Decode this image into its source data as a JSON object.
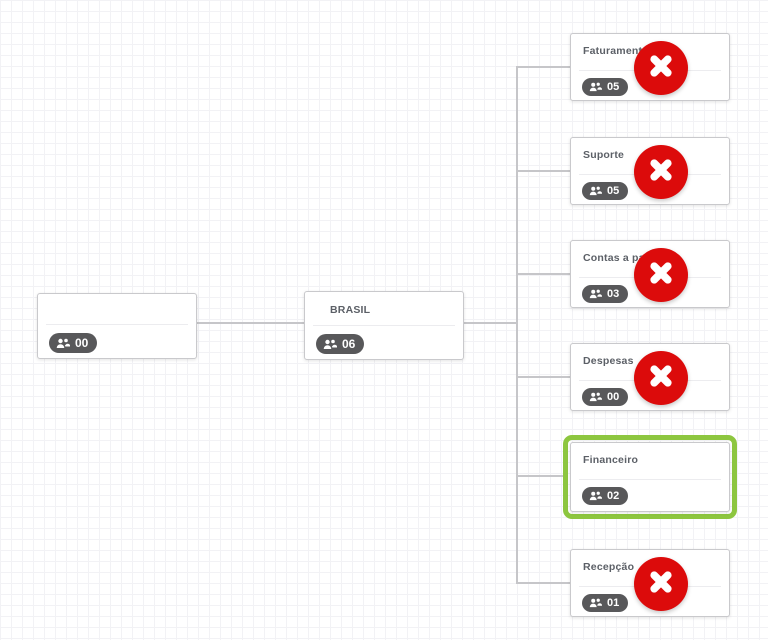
{
  "diagram": {
    "type": "org-chart",
    "nodes": [
      {
        "id": "root",
        "title": "",
        "employee_count": "00",
        "removable": false,
        "selected": false
      },
      {
        "id": "brasil",
        "title": "BRASIL",
        "employee_count": "06",
        "removable": false,
        "selected": false
      },
      {
        "id": "faturamento",
        "title": "Faturamento",
        "employee_count": "05",
        "removable": true,
        "selected": false
      },
      {
        "id": "suporte",
        "title": "Suporte",
        "employee_count": "05",
        "removable": true,
        "selected": false
      },
      {
        "id": "contas-a-pagar",
        "title": "Contas a pagar",
        "employee_count": "03",
        "removable": true,
        "selected": false
      },
      {
        "id": "despesas",
        "title": "Despesas",
        "employee_count": "00",
        "removable": true,
        "selected": false
      },
      {
        "id": "financeiro",
        "title": "Financeiro",
        "employee_count": "02",
        "removable": false,
        "selected": true
      },
      {
        "id": "recepcao",
        "title": "Recepção",
        "employee_count": "01",
        "removable": true,
        "selected": false
      }
    ],
    "hierarchy": {
      "root": [
        "brasil"
      ],
      "brasil": [
        "faturamento",
        "suporte",
        "contas-a-pagar",
        "despesas",
        "financeiro",
        "recepcao"
      ]
    },
    "colors": {
      "selection_green": "#8dc63f",
      "remove_red": "#dc0b0b",
      "badge_gray": "#58585a",
      "connector_gray": "#c6c6c9",
      "grid_line": "#f2f2f5"
    },
    "icons": {
      "badge_icon": "users-icon",
      "remove_icon": "x-icon"
    }
  }
}
